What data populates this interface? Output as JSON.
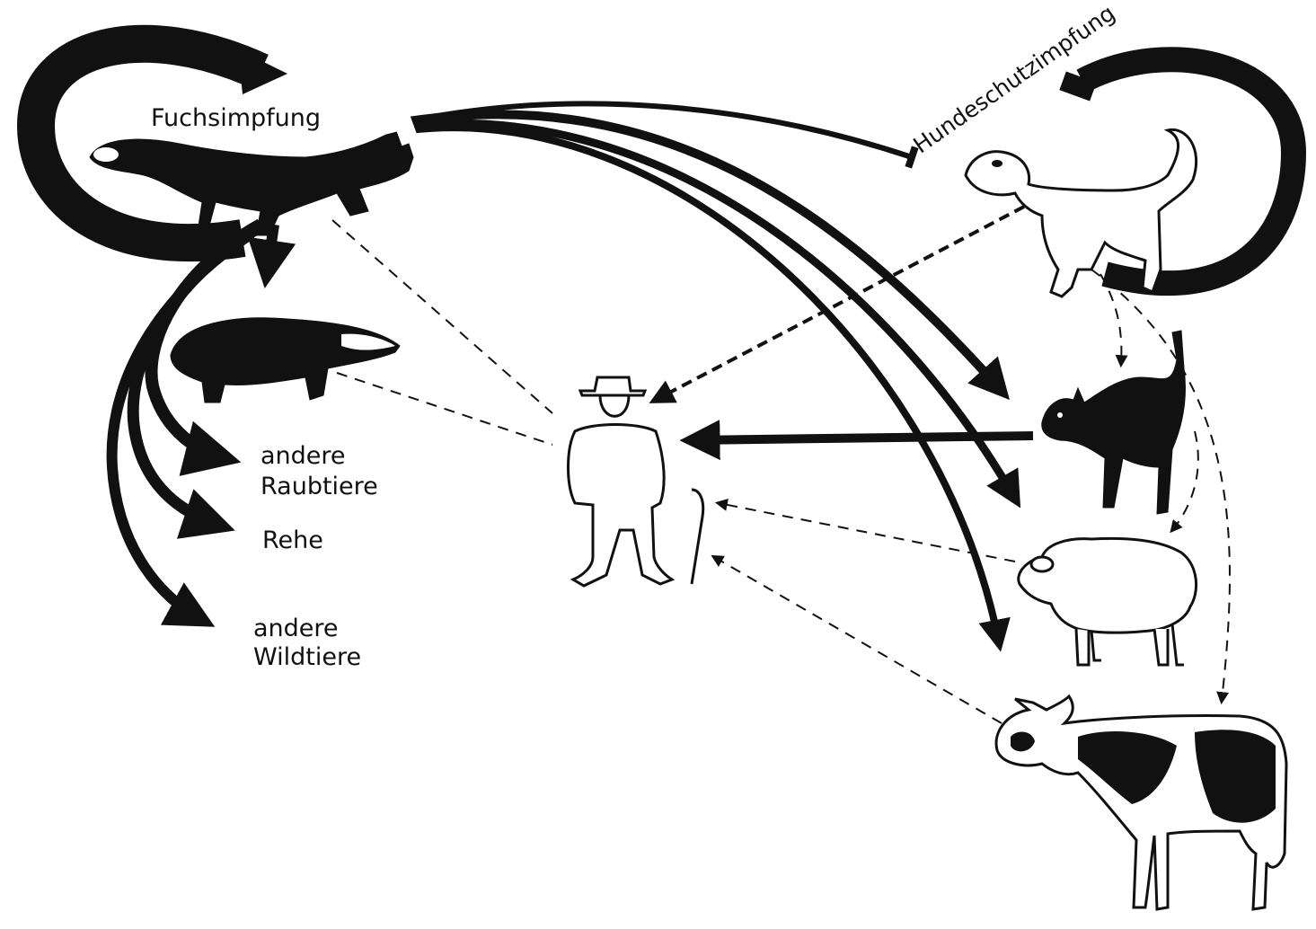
{
  "labels": {
    "fox_vaccination": "Fuchsimpfung",
    "dog_vaccination": "Hundeschutzimpfung",
    "other_predators_line1": "andere",
    "other_predators_line2": "Raubtiere",
    "deer": "Rehe",
    "other_wildlife_line1": "andere",
    "other_wildlife_line2": "Wildtiere"
  },
  "colors": {
    "ink": "#111111",
    "paper": "#ffffff"
  }
}
